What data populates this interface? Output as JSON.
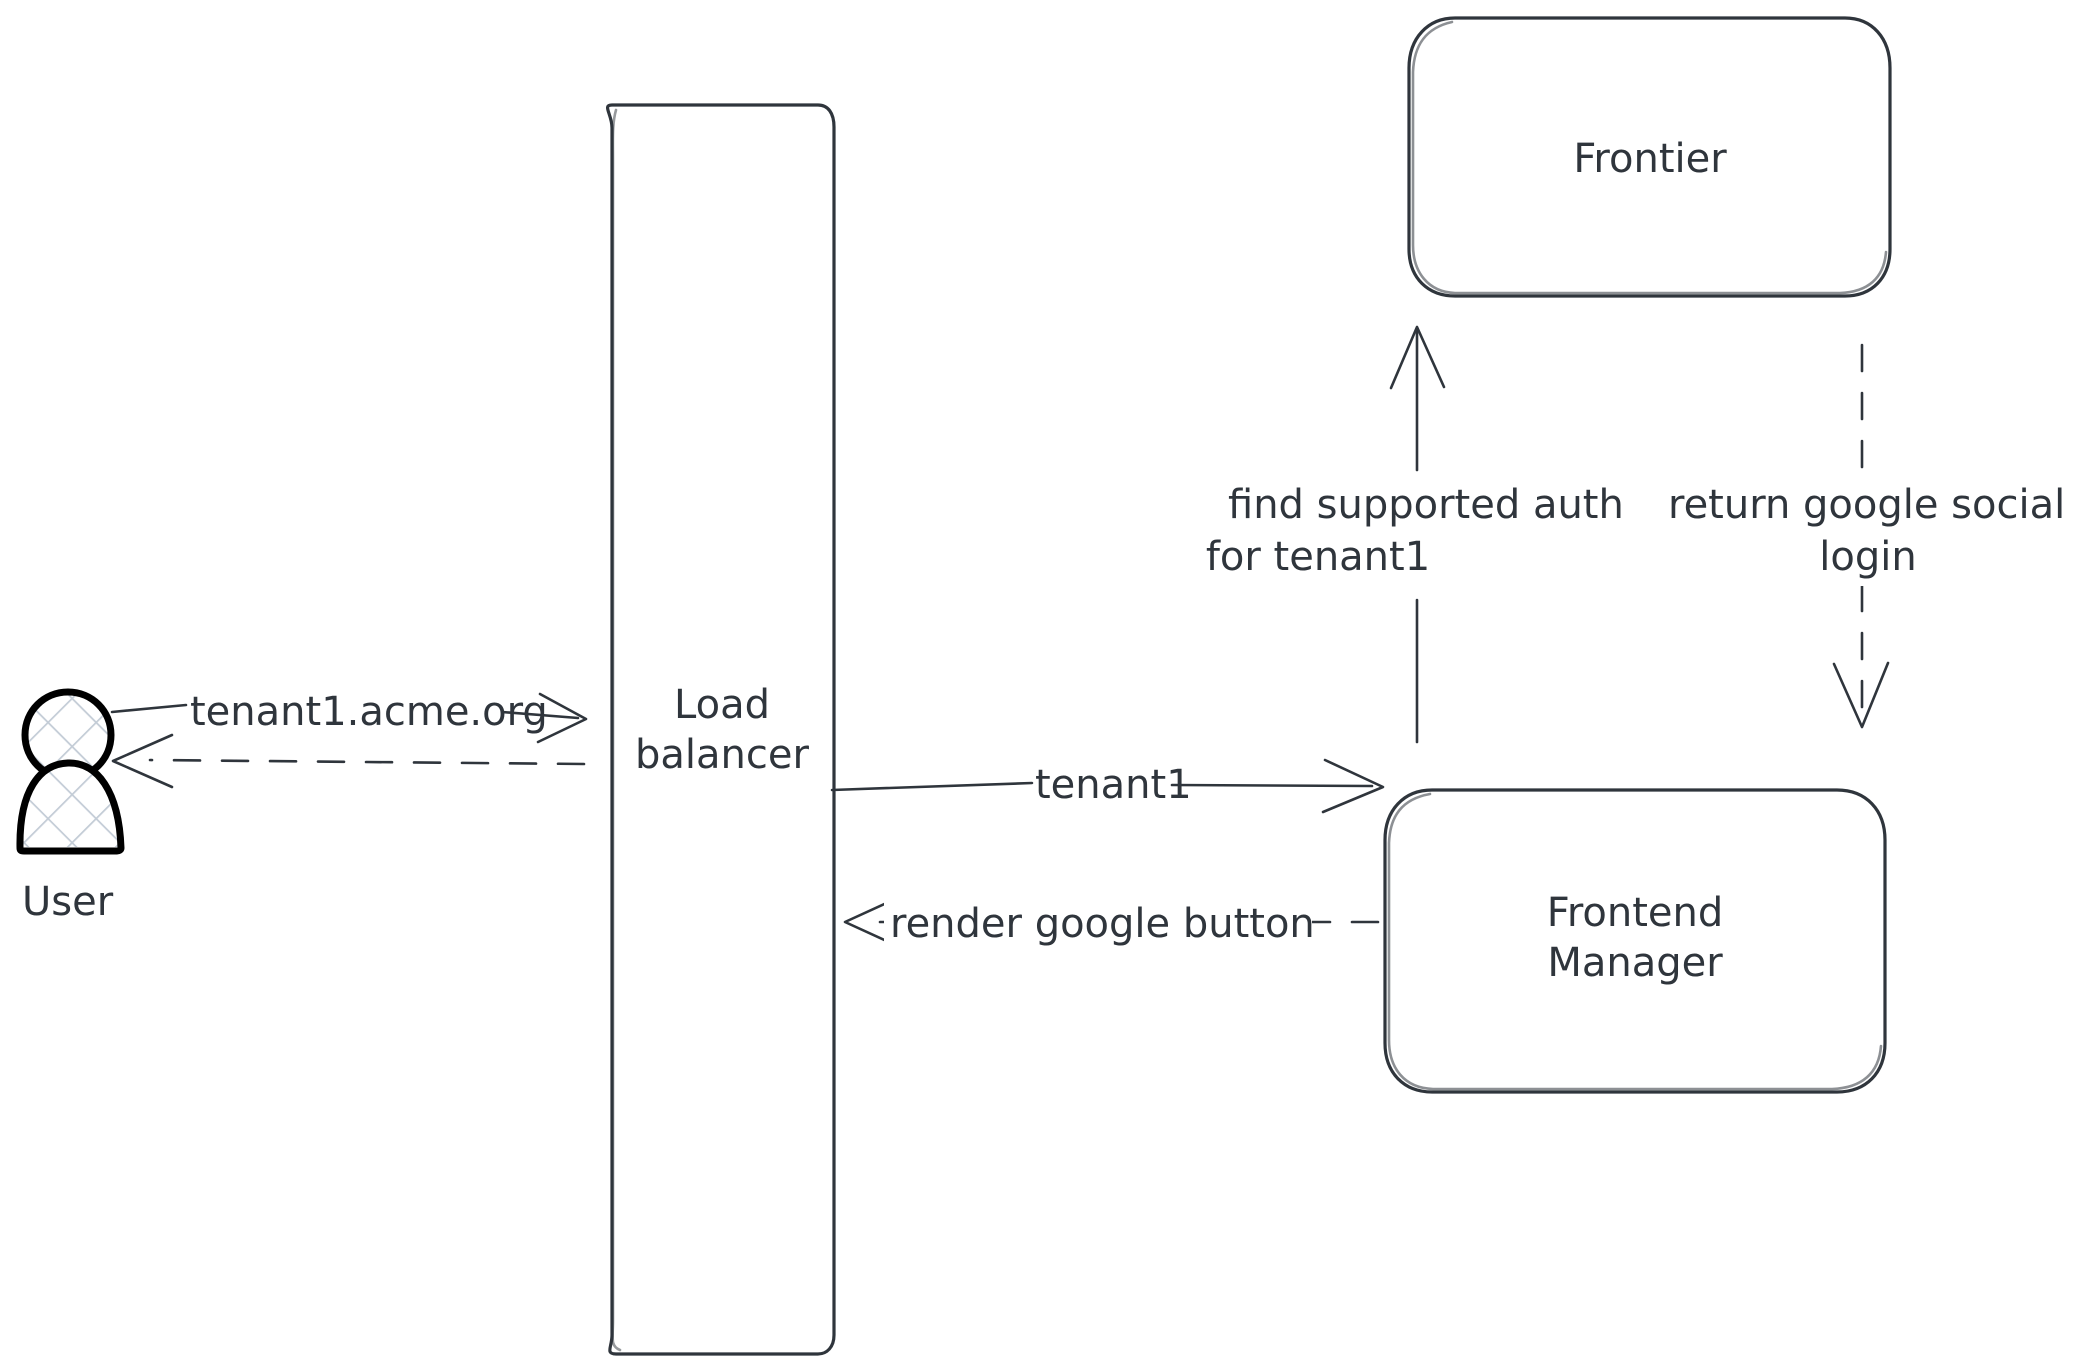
{
  "diagram": {
    "title": "Multi-tenant authentication flow",
    "style": "hand-drawn sketch",
    "background_color": "#ffffff",
    "stroke_color": "#2f353c",
    "actor_stroke_color": "#000000",
    "hatch_color": "#c3ccd6"
  },
  "actors": [
    {
      "id": "user",
      "label": "User",
      "icon": "person-icon"
    }
  ],
  "nodes": [
    {
      "id": "load-balancer",
      "label_line1": "Load",
      "label_line2": "balancer",
      "shape": "rounded-rectangle-tall"
    },
    {
      "id": "frontier",
      "label_line1": "Frontier",
      "label_line2": "",
      "shape": "rounded-rectangle"
    },
    {
      "id": "frontend-manager",
      "label_line1": "Frontend",
      "label_line2": "Manager",
      "shape": "rounded-rectangle"
    }
  ],
  "edges": [
    {
      "id": "user-to-lb",
      "label_line1": "tenant1.acme.org",
      "label_line2": "",
      "from": "user",
      "to": "load-balancer",
      "line": "solid",
      "direction": "right"
    },
    {
      "id": "lb-to-user",
      "label_line1": "",
      "label_line2": "",
      "from": "load-balancer",
      "to": "user",
      "line": "dashed",
      "direction": "left"
    },
    {
      "id": "lb-to-fm",
      "label_line1": "tenant1",
      "label_line2": "",
      "from": "load-balancer",
      "to": "frontend-manager",
      "line": "solid",
      "direction": "right"
    },
    {
      "id": "fm-to-lb",
      "label_line1": "render google button",
      "label_line2": "",
      "from": "frontend-manager",
      "to": "load-balancer",
      "line": "dashed",
      "direction": "left"
    },
    {
      "id": "fm-to-frontier",
      "label_line1": "find supported auth",
      "label_line2": "for tenant1",
      "from": "frontend-manager",
      "to": "frontier",
      "line": "solid",
      "direction": "up"
    },
    {
      "id": "frontier-to-fm",
      "label_line1": "return google social",
      "label_line2": "login",
      "from": "frontier",
      "to": "frontend-manager",
      "line": "dashed",
      "direction": "down"
    }
  ]
}
